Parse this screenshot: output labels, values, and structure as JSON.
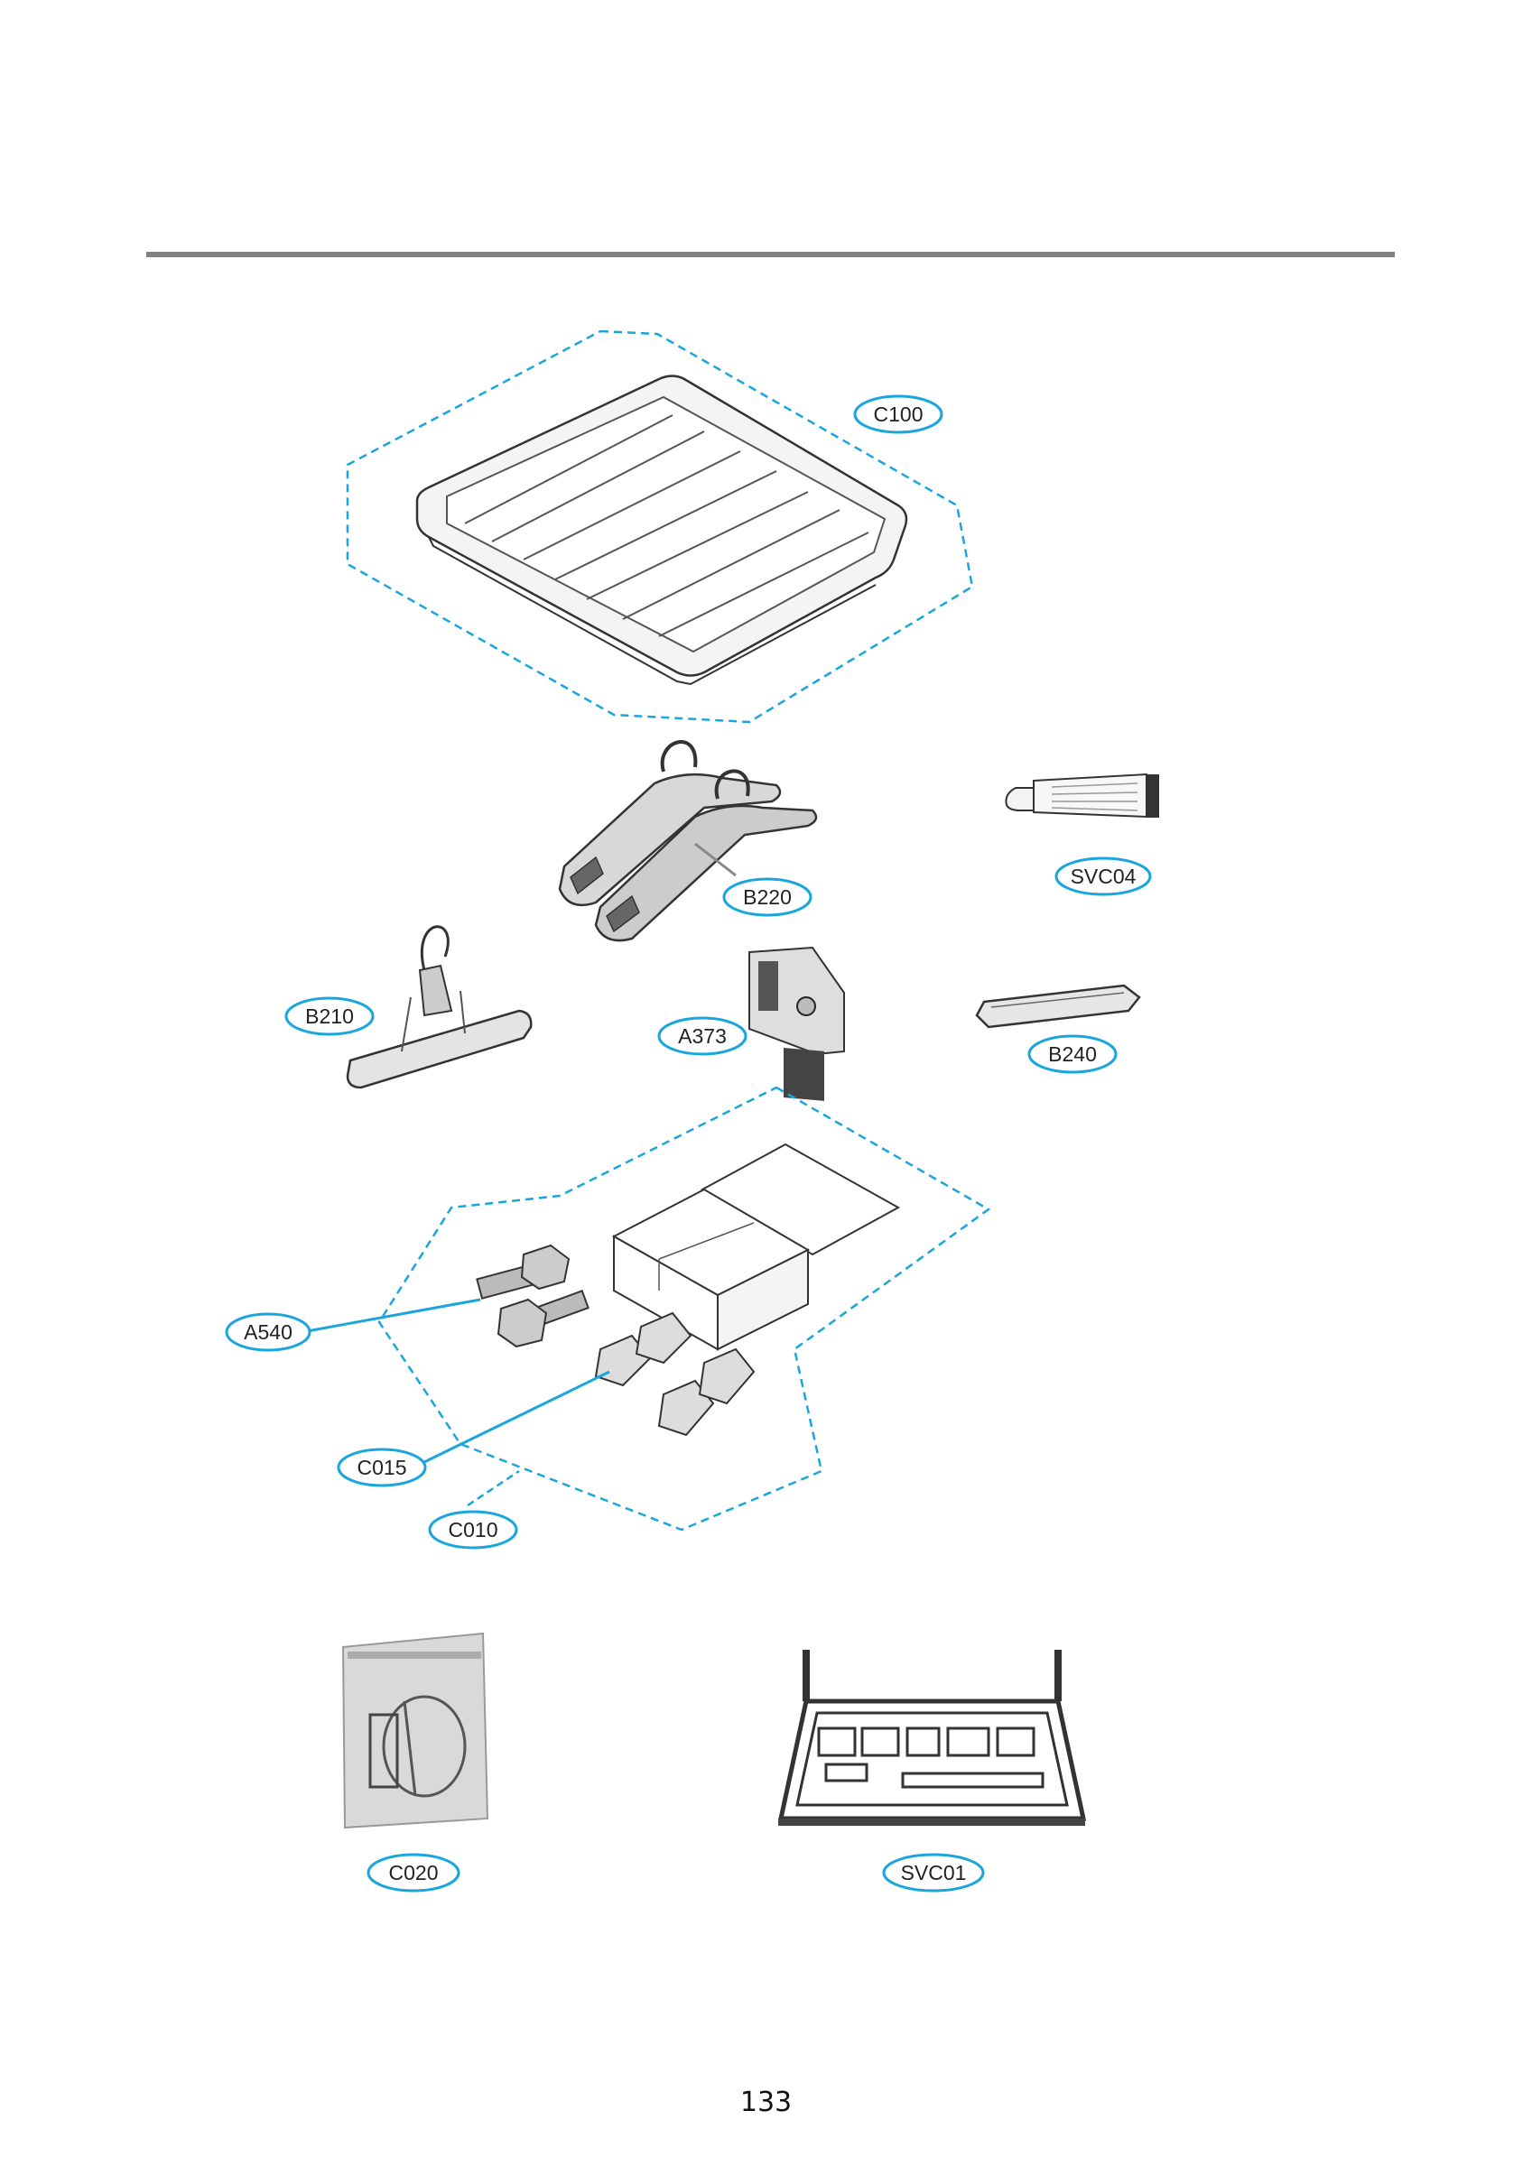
{
  "colors": {
    "callout": "#1aa6dc",
    "rule": "#808080",
    "line_art": "#333333",
    "part_fill": "#e4e4e4"
  },
  "callouts": {
    "c100": "C100",
    "svc04": "SVC04",
    "b220": "B220",
    "b210": "B210",
    "a373": "A373",
    "b240": "B240",
    "a540": "A540",
    "c015": "C015",
    "c010": "C010",
    "c020": "C020",
    "svc01": "SVC01"
  },
  "page_number": "133"
}
